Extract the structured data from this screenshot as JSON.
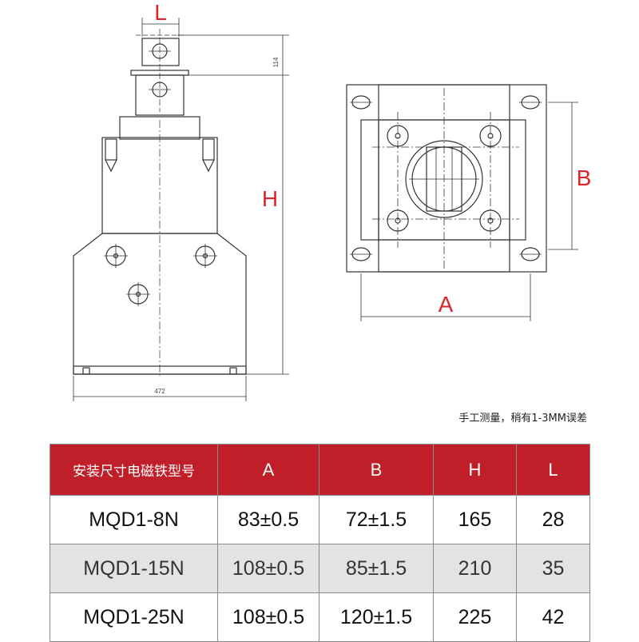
{
  "labels": {
    "L": "L",
    "H": "H",
    "A": "A",
    "B": "B",
    "dim_114": "114",
    "dim_472": "472"
  },
  "note": "手工测量，稍有1-3MM误差",
  "table": {
    "header": [
      "安装尺寸电磁铁型号",
      "A",
      "B",
      "H",
      "L"
    ],
    "rows": [
      [
        "MQD1-8N",
        "83±0.5",
        "72±1.5",
        "165",
        "28"
      ],
      [
        "MQD1-15N",
        "108±0.5",
        "85±1.5",
        "210",
        "35"
      ],
      [
        "MQD1-25N",
        "108±0.5",
        "120±1.5",
        "225",
        "42"
      ]
    ]
  },
  "colors": {
    "accent_red": "#d9252a",
    "header_bg": "#c01f2a",
    "alt_row_bg": "#e3e3e3",
    "line": "#333333"
  }
}
